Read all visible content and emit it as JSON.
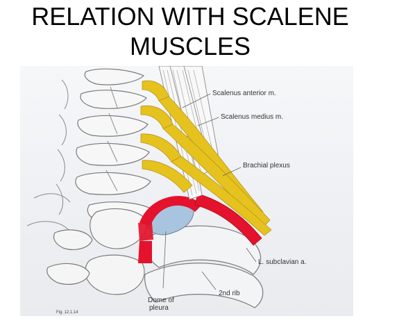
{
  "slide": {
    "title_line1": "RELATION WITH SCALENE",
    "title_line2": "MUSCLES"
  },
  "figure": {
    "labels": {
      "scalenus_anterior": "Scalenus anterior m.",
      "scalenus_medius": "Scalenus medius m.",
      "brachial_plexus": "Brachial plexus",
      "subclavian_artery": "L. subclavian a.",
      "second_rib": "2nd rib",
      "dome_of_pleura_line1": "Dome of",
      "dome_of_pleura_line2": "pleura",
      "fig_number": "Fig. 12.1.14"
    },
    "colors": {
      "nerve": "#e6c21f",
      "artery": "#e4122c",
      "pleura": "#a9c4de",
      "muscle": "#f4f4f4",
      "line": "#666666"
    }
  }
}
